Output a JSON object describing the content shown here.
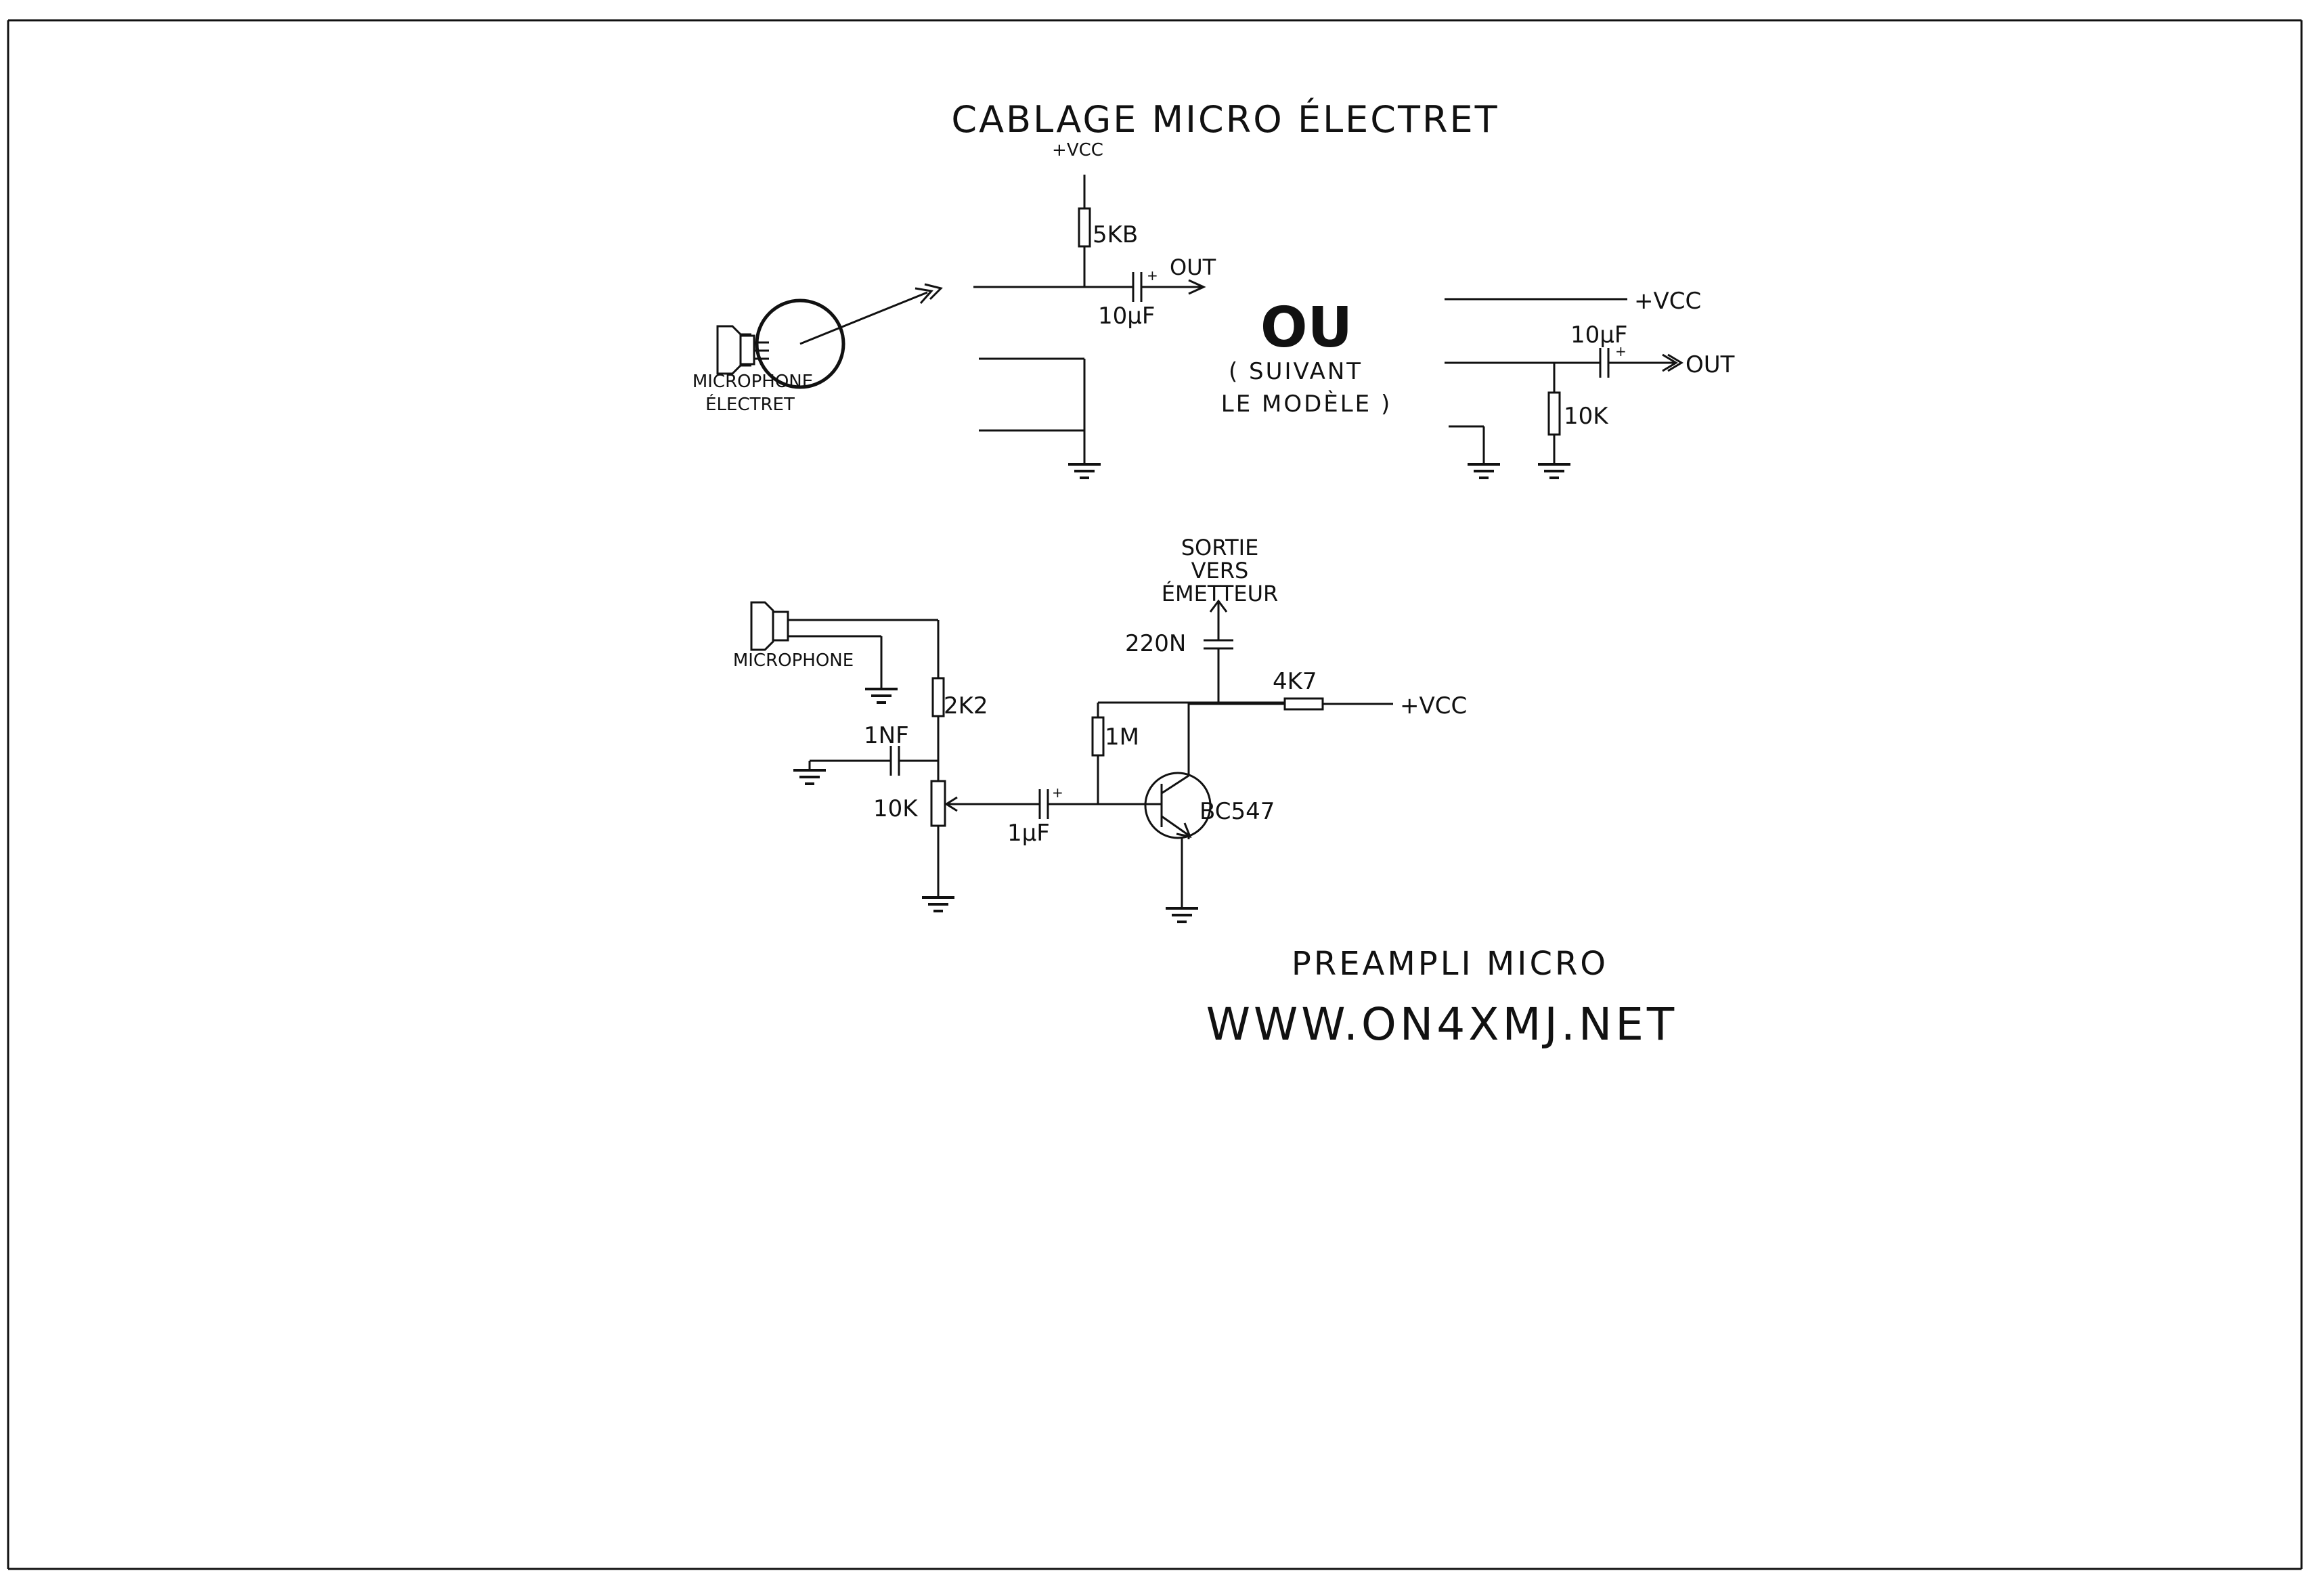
{
  "colors": {
    "ink": "#111111",
    "paper": "#ffffff"
  },
  "top": {
    "title": "CABLAGE MICRO ÉLECTRET",
    "vcc": "+VCC",
    "r_pullup": "5KB",
    "cap_out": "10µF",
    "out": "OUT",
    "mic_label_1": "MICROPHONE",
    "mic_label_2": "ÉLECTRET",
    "or_big": "OU",
    "or_note_1": "( SUIVANT",
    "or_note_2": "LE MODÈLE )",
    "alt_vcc": "+VCC",
    "alt_cap": "10µF",
    "alt_out": "OUT",
    "alt_res": "10K"
  },
  "bottom": {
    "title": "PREAMPLI MICRO",
    "website": "WWW.ON4XMJ.NET",
    "mic_label": "MICROPHONE",
    "r_2k2": "2K2",
    "c_1nf": "1NF",
    "pot_10k": "10K",
    "c_1uf": "1µF",
    "r_1m": "1M",
    "transistor": "BC547",
    "r_4k7": "4K7",
    "vcc": "+VCC",
    "c_220n": "220N",
    "sortie_1": "SORTIE",
    "sortie_2": "VERS",
    "sortie_3": "ÉMETTEUR"
  }
}
